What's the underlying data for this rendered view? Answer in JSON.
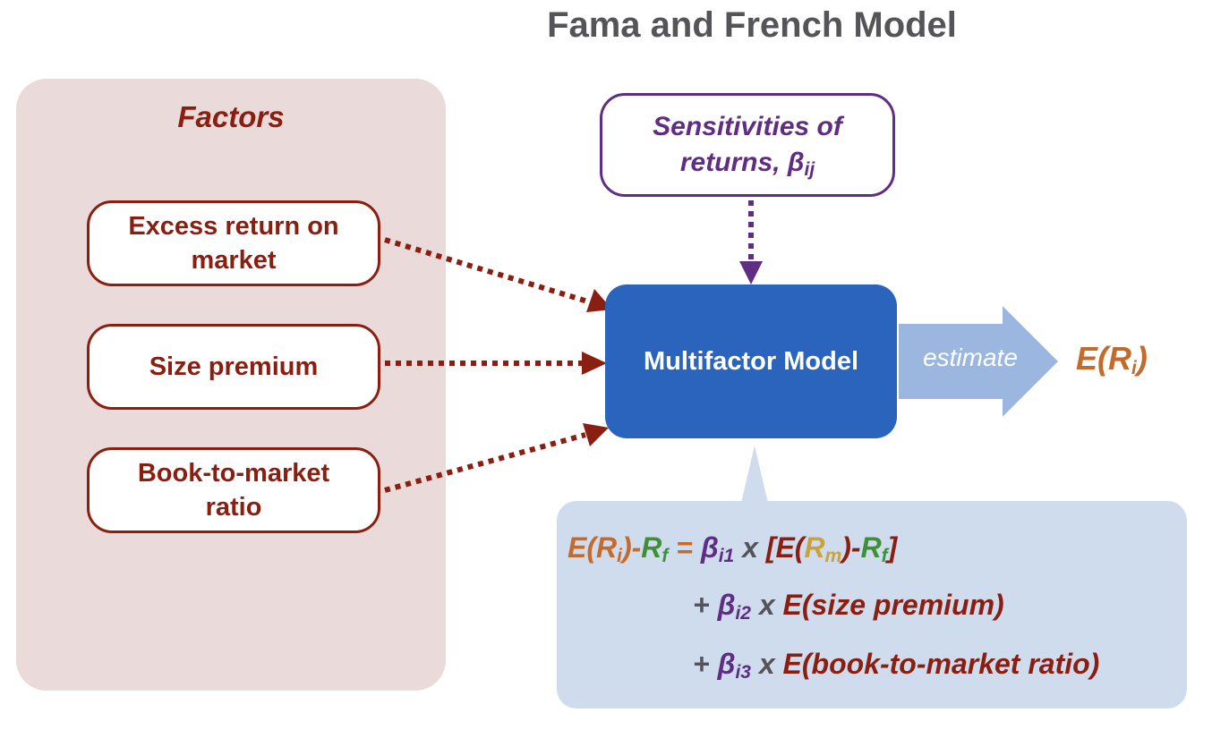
{
  "title": "Fama and French Model",
  "factors": {
    "heading": "Factors",
    "items": [
      {
        "label": "Excess return on market"
      },
      {
        "label": "Size premium"
      },
      {
        "label": "Book-to-market ratio"
      }
    ]
  },
  "sensitivities": {
    "text": "Sensitivities of returns, β",
    "subscript": "ij"
  },
  "model": {
    "label": "Multifactor Model"
  },
  "output": {
    "arrow_label": "estimate",
    "result_main": "E(R",
    "result_sub": "i",
    "result_close": ")"
  },
  "formula": {
    "line1": {
      "lhs_er": "E(R",
      "lhs_er_sub": "i",
      "lhs_er_close": ")-",
      "lhs_r": "R",
      "lhs_r_sub": "f",
      "eq": " = ",
      "beta": "β",
      "beta_sub": "i1",
      "x": " x ",
      "bracket_open": "[E(",
      "rm": "R",
      "rm_sub": "m",
      "paren_close": ")-",
      "rf": "R",
      "rf_sub": "f",
      "bracket_close": "]"
    },
    "line2": {
      "plus": "+ ",
      "beta": "β",
      "beta_sub": "i2",
      "x": " x ",
      "term": "E(size premium)"
    },
    "line3": {
      "plus": "+ ",
      "beta": "β",
      "beta_sub": "i3",
      "x": " x ",
      "term": "E(book-to-market ratio)"
    }
  },
  "colors": {
    "factor_red": "#8a1f11",
    "sensitivity_purple": "#5f2d82",
    "model_blue": "#2b64bd",
    "arrow_light_blue": "#9bb7e0",
    "result_orange": "#c46b2c",
    "rf_green": "#3f8f37",
    "rm_gold": "#c9a23e"
  }
}
